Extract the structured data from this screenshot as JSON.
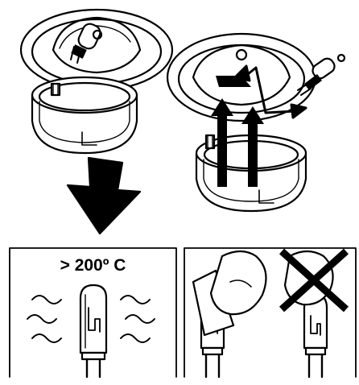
{
  "panels": {
    "temperature_warning": {
      "label": "> 200º C"
    }
  },
  "colors": {
    "ink": "#000000",
    "paper": "#ffffff"
  },
  "icons": [
    "downlight-ring",
    "halogen-bulb",
    "replacement-arrow",
    "down-arrow",
    "heat-wave",
    "finger",
    "cross-mark"
  ]
}
